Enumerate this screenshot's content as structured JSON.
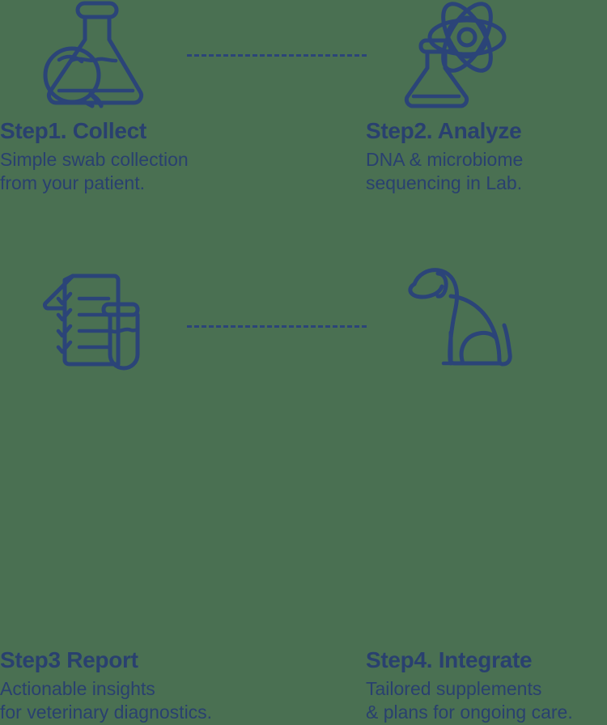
{
  "theme": {
    "background_color": "#4a7052",
    "ink_color": "#2b4478",
    "text_color": "#29406f"
  },
  "steps": [
    {
      "id": "step-1",
      "title": "Step1. Collect",
      "desc_line1": "Simple swab collection",
      "desc_line2": "from your patient.",
      "icon_name": "flask-magnifier-icon"
    },
    {
      "id": "step-2",
      "title": "Step2. Analyze",
      "desc_line1": "DNA & microbiome",
      "desc_line2": "sequencing in Lab.",
      "icon_name": "atom-flask-icon"
    },
    {
      "id": "step-3",
      "title": "Step3  Report",
      "desc_line1": "Actionable insights",
      "desc_line2": "for veterinary diagnostics.",
      "icon_name": "checklist-testtube-icon"
    },
    {
      "id": "step-4",
      "title": "Step4. Integrate",
      "desc_line1": "Tailored supplements",
      "desc_line2": "& plans for ongoing care.",
      "icon_name": "sitting-dog-icon"
    }
  ],
  "connectors": [
    {
      "name": "connector-top",
      "style": "dashed"
    },
    {
      "name": "connector-bottom",
      "style": "dashed"
    }
  ]
}
